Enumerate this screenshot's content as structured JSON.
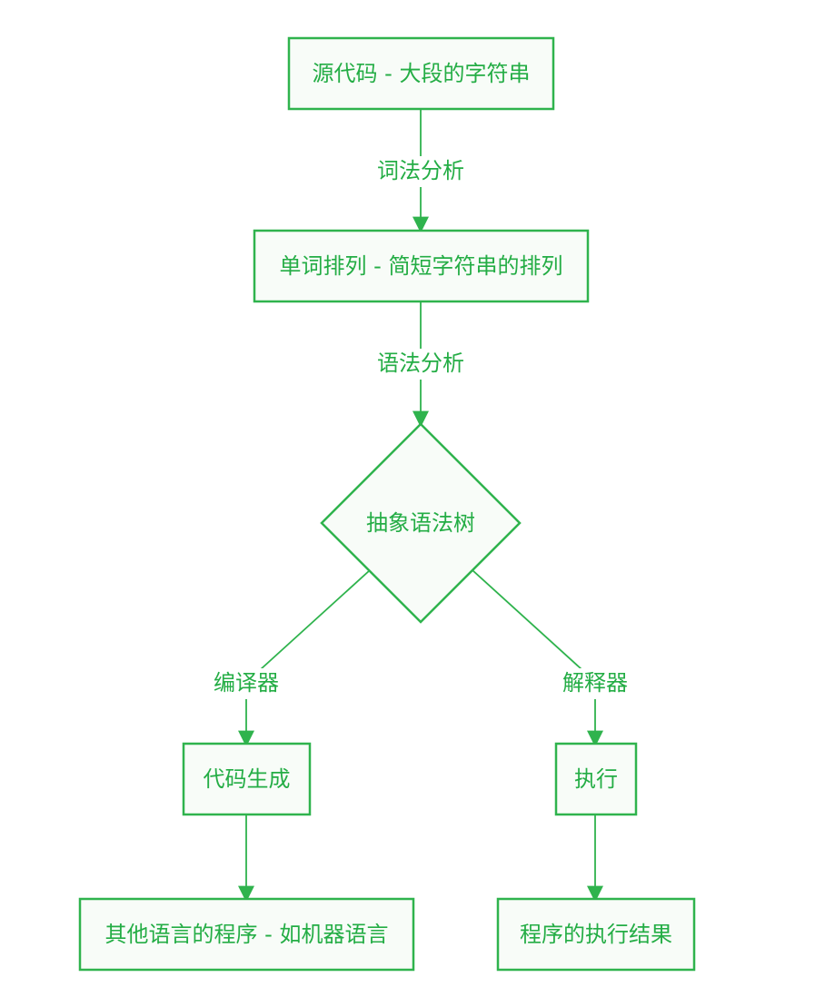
{
  "diagram": {
    "colors": {
      "stroke": "#2fb34d",
      "text": "#24ad45",
      "node_fill": "#f8fcf8"
    },
    "nodes": {
      "source_code": "源代码 - 大段的字符串",
      "tokens": "单词排列 - 简短字符串的排列",
      "ast": "抽象语法树",
      "codegen": "代码生成",
      "execute": "执行",
      "other_language": "其他语言的程序 - 如机器语言",
      "execution_result": "程序的执行结果"
    },
    "edges": {
      "lexical_analysis": "词法分析",
      "syntax_analysis": "语法分析",
      "compiler": "编译器",
      "interpreter": "解释器"
    }
  }
}
